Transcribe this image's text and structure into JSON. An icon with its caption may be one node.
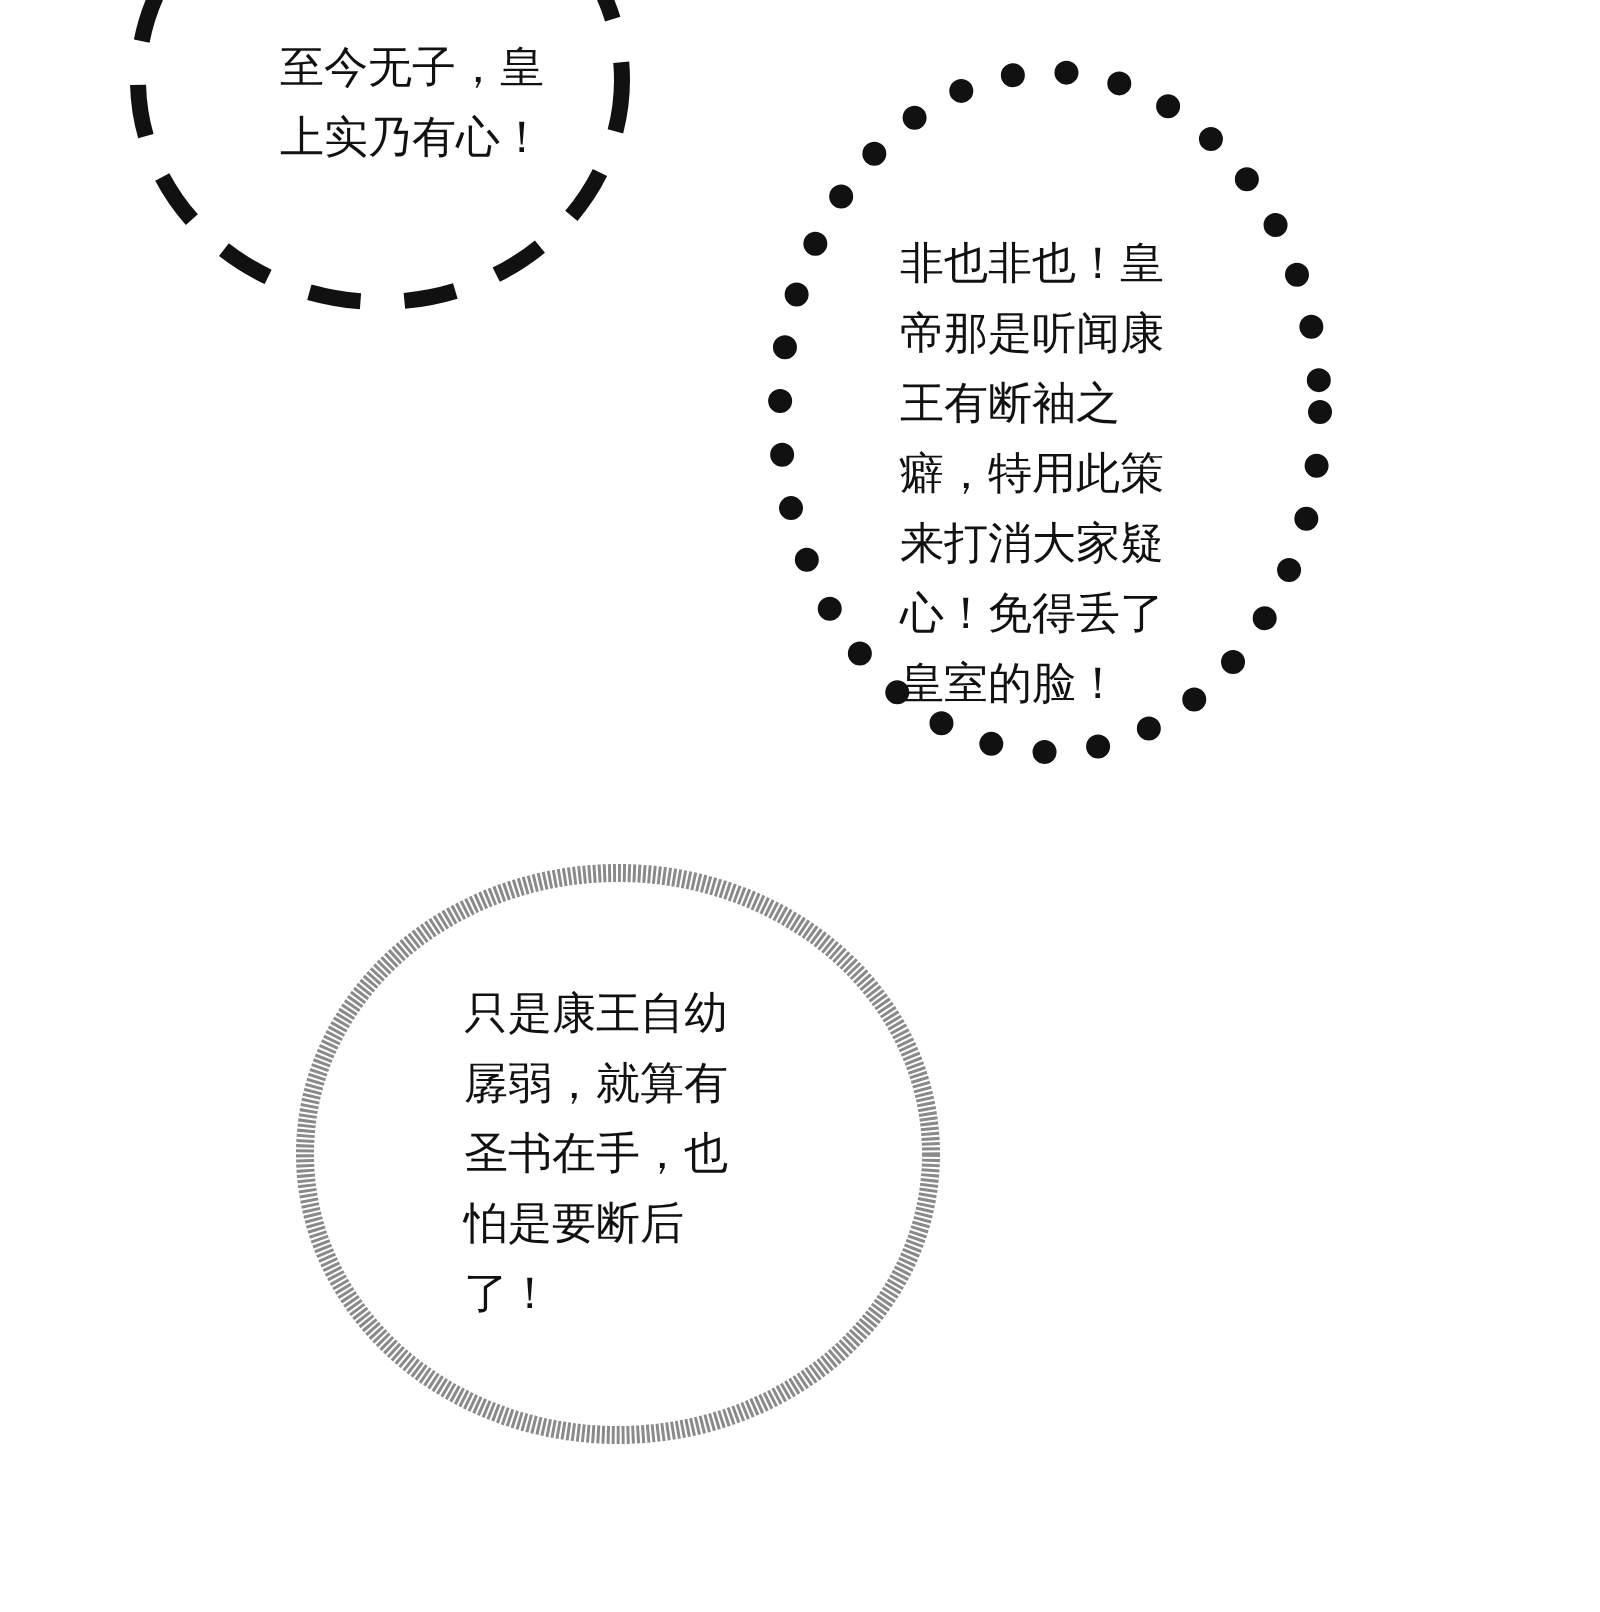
{
  "diagram": {
    "nodes": [
      {
        "text": [
          "至今无子，皇上实乃有心！"
        ]
      },
      {
        "text": [
          "非也非也！皇帝那是听闻康王有断袖之癖，特用此策来打消大家疑心！免得丢了皇室的脸！"
        ]
      },
      {
        "text": [
          "只是康王自幼孱弱，就算有圣书在手，也怕是要断后了！"
        ]
      }
    ]
  }
}
